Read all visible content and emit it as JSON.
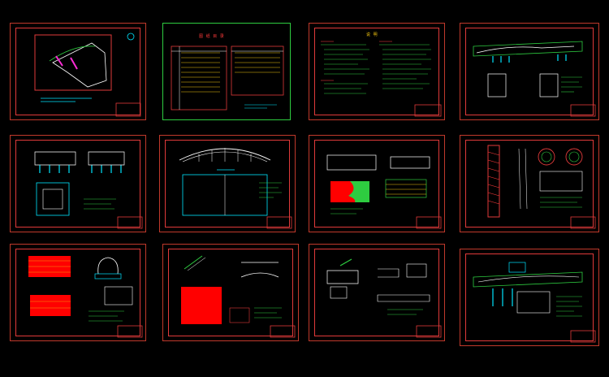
{
  "viewer": {
    "background": "#000000",
    "sheet_border_color": "#c0392b",
    "accent_colors": {
      "frame": "#e03a3a",
      "line_green": "#2ecc40",
      "line_yellow": "#f1c40f",
      "line_white": "#ffffff",
      "line_cyan": "#00e5ff",
      "line_magenta": "#ff2bd6",
      "fill_red": "#ff0000"
    }
  },
  "sheets": [
    {
      "id": "site-plan",
      "title": ""
    },
    {
      "id": "drawing-index",
      "title": "图 纸 目 录"
    },
    {
      "id": "design-notes",
      "title": "说 明"
    },
    {
      "id": "bridge-elevation",
      "title": ""
    },
    {
      "id": "pier-detail",
      "title": ""
    },
    {
      "id": "arch-elevation",
      "title": ""
    },
    {
      "id": "slab-rebar",
      "title": ""
    },
    {
      "id": "pile-rebar",
      "title": ""
    },
    {
      "id": "deck-plan",
      "title": ""
    },
    {
      "id": "arch-rebar",
      "title": ""
    },
    {
      "id": "joint-detail",
      "title": ""
    },
    {
      "id": "abutment-section",
      "title": ""
    }
  ]
}
